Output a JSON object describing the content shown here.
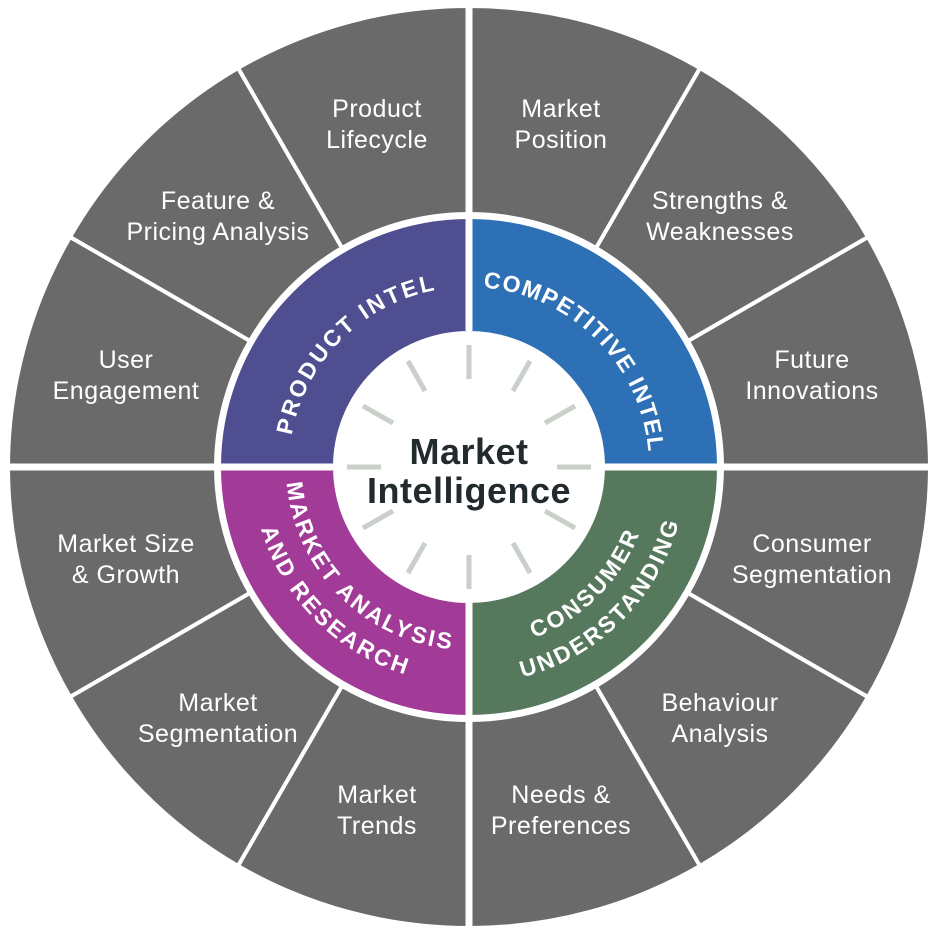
{
  "title": {
    "line1": "Market",
    "line2": "Intelligence"
  },
  "colors": {
    "background": "#ffffff",
    "segment_gray": "#6a6a6a",
    "divider_white": "#ffffff",
    "tick": "#c9cfc9",
    "title_text": "#232a2d",
    "label_text": "#ffffff"
  },
  "quadrants": [
    {
      "name": "Product Intel",
      "arc_label": "PRODUCT INTEL",
      "color": "#4e4e90",
      "segments": [
        {
          "line1": "Product",
          "line2": "Lifecycle"
        },
        {
          "line1": "Feature &",
          "line2": "Pricing Analysis"
        },
        {
          "line1": "User",
          "line2": "Engagement"
        }
      ]
    },
    {
      "name": "Competitive Intel",
      "arc_label": "COMPETITIVE INTEL",
      "color": "#2e70b5",
      "segments": [
        {
          "line1": "Market",
          "line2": "Position"
        },
        {
          "line1": "Strengths &",
          "line2": "Weaknesses"
        },
        {
          "line1": "Future",
          "line2": "Innovations"
        }
      ]
    },
    {
      "name": "Consumer Understanding",
      "arc_label_line1": "CONSUMER",
      "arc_label_line2": "UNDERSTANDING",
      "color": "#56795e",
      "segments": [
        {
          "line1": "Consumer",
          "line2": "Segmentation"
        },
        {
          "line1": "Behaviour",
          "line2": "Analysis"
        },
        {
          "line1": "Needs &",
          "line2": "Preferences"
        }
      ]
    },
    {
      "name": "Market Analysis and Research",
      "arc_label_line1": "MARKET ANALYSIS",
      "arc_label_line2": "AND RESEARCH",
      "color": "#a23a98",
      "segments": [
        {
          "line1": "Market Size",
          "line2": "& Growth"
        },
        {
          "line1": "Market",
          "line2": "Segmentation"
        },
        {
          "line1": "Market",
          "line2": "Trends"
        }
      ]
    }
  ]
}
